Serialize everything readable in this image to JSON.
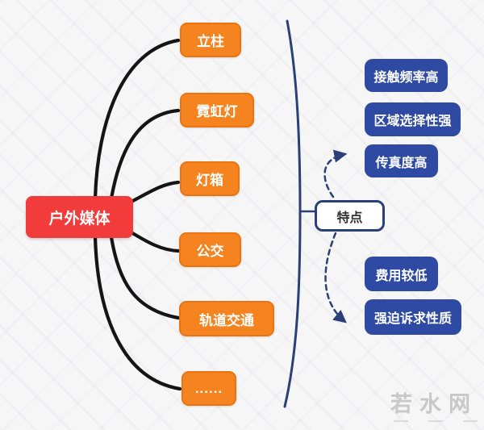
{
  "root": {
    "label": "户外媒体"
  },
  "media_types": [
    {
      "label": "立柱"
    },
    {
      "label": "霓虹灯"
    },
    {
      "label": "灯箱"
    },
    {
      "label": "公交"
    },
    {
      "label": "轨道交通"
    },
    {
      "label": "......"
    }
  ],
  "hub": {
    "label": "特点"
  },
  "features": [
    {
      "label": "接触频率高"
    },
    {
      "label": "区域选择性强"
    },
    {
      "label": "传真度高"
    },
    {
      "label": "费用较低"
    },
    {
      "label": "强迫诉求性质"
    }
  ],
  "watermark": {
    "label": "若水网"
  },
  "colors": {
    "root_red": "#f23c3c",
    "media_orange": "#f5831f",
    "media_orange_border": "#ea7412",
    "feature_blue": "#2e4aa2",
    "bracket_navy": "#2b4079",
    "edge_black": "#151515",
    "watermark_gray": "#c8c8c8",
    "background": "#f6f6f7"
  }
}
